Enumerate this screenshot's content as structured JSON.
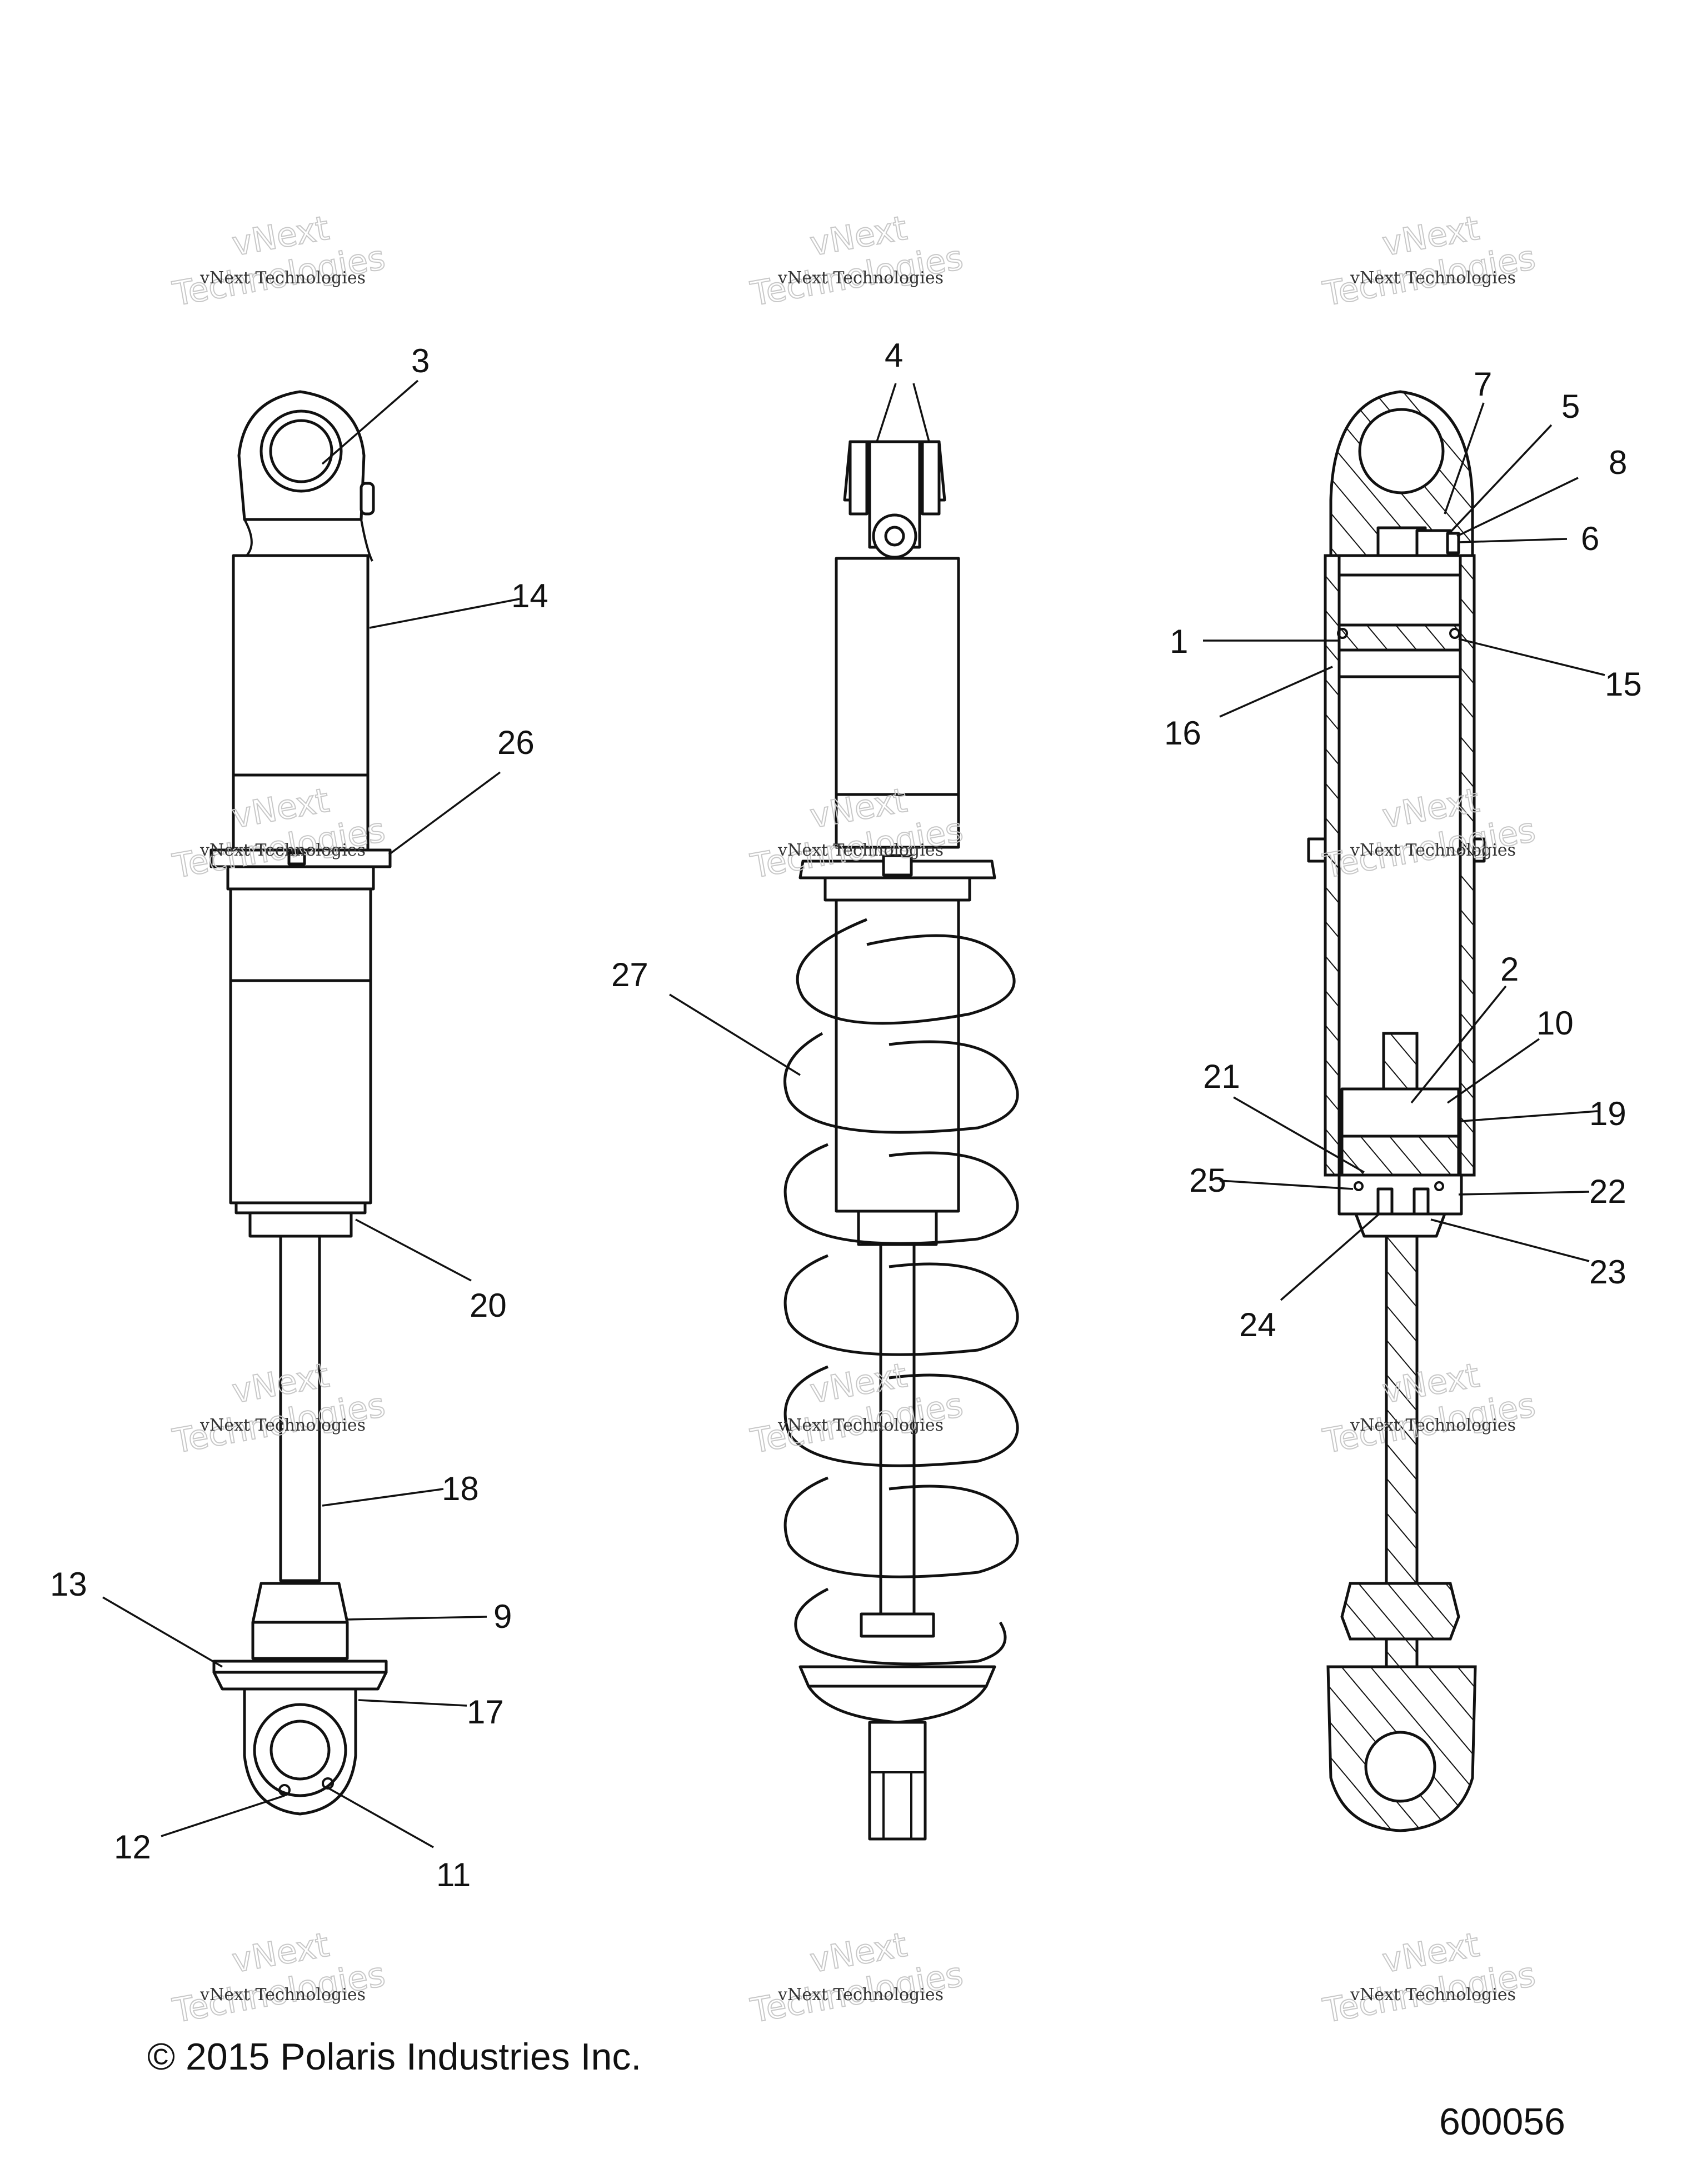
{
  "callouts": {
    "c1": "1",
    "c2": "2",
    "c3": "3",
    "c4": "4",
    "c5": "5",
    "c6": "6",
    "c7": "7",
    "c8": "8",
    "c9": "9",
    "c10": "10",
    "c11": "11",
    "c12": "12",
    "c13": "13",
    "c14": "14",
    "c15": "15",
    "c16": "16",
    "c17": "17",
    "c18": "18",
    "c19": "19",
    "c20": "20",
    "c21": "21",
    "c22": "22",
    "c23": "23",
    "c24": "24",
    "c25": "25",
    "c26": "26",
    "c27": "27"
  },
  "watermark": {
    "line1": "vNext Technologies",
    "big_top": "vNext",
    "big_bottom": "Technologies"
  },
  "footer": {
    "copyright": "© 2015 Polaris Industries Inc.",
    "figure_id": "600056"
  }
}
